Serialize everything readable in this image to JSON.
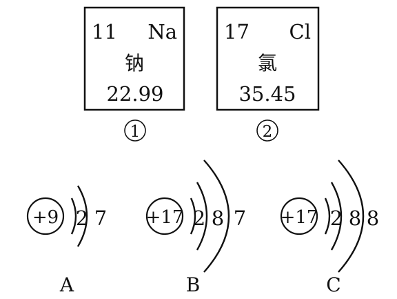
{
  "elements": [
    {
      "number": "11",
      "symbol": "Na",
      "name": "钠",
      "mass": "22.99",
      "marker": "1"
    },
    {
      "number": "17",
      "symbol": "Cl",
      "name": "氯",
      "mass": "35.45",
      "marker": "2"
    }
  ],
  "atoms": [
    {
      "nucleus": "+9",
      "electrons": [
        "2",
        "7"
      ],
      "label": "A"
    },
    {
      "nucleus": "+17",
      "electrons": [
        "2",
        "8",
        "7"
      ],
      "label": "B"
    },
    {
      "nucleus": "+17",
      "electrons": [
        "2",
        "8",
        "8"
      ],
      "label": "C"
    }
  ]
}
